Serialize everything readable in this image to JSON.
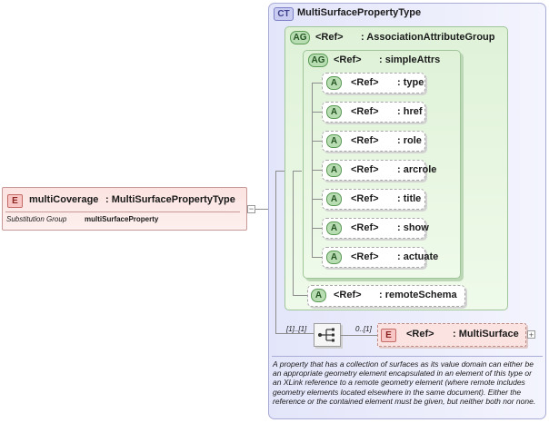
{
  "element": {
    "badge": "E",
    "name": "multiCoverage",
    "type": ": MultiSurfacePropertyType",
    "substitution_label": "Substitution Group",
    "substitution_value": "multiSurfaceProperty"
  },
  "complex_type": {
    "badge": "CT",
    "name": "MultiSurfacePropertyType"
  },
  "association_group": {
    "badge": "AG",
    "ref": "<Ref>",
    "name": ": AssociationAttributeGroup"
  },
  "simple_attrs": {
    "badge": "AG",
    "ref": "<Ref>",
    "name": ": simpleAttrs",
    "attributes": [
      {
        "badge": "A",
        "ref": "<Ref>",
        "name": ": type"
      },
      {
        "badge": "A",
        "ref": "<Ref>",
        "name": ": href"
      },
      {
        "badge": "A",
        "ref": "<Ref>",
        "name": ": role"
      },
      {
        "badge": "A",
        "ref": "<Ref>",
        "name": ": arcrole"
      },
      {
        "badge": "A",
        "ref": "<Ref>",
        "name": ": title"
      },
      {
        "badge": "A",
        "ref": "<Ref>",
        "name": ": show"
      },
      {
        "badge": "A",
        "ref": "<Ref>",
        "name": ": actuate"
      }
    ]
  },
  "remote_schema": {
    "badge": "A",
    "ref": "<Ref>",
    "name": ": remoteSchema"
  },
  "sequence": {
    "cardinality": "[1]..[1]"
  },
  "multi_surface": {
    "badge": "E",
    "ref": "<Ref>",
    "name": ": MultiSurface",
    "cardinality": "0..[1]"
  },
  "description": "A property that has a collection of surfaces as its value domain can either be an appropriate geometry element encapsulated in an element of this type or an XLink reference to a remote geometry element (where remote includes geometry elements located elsewhere in the same document). Either the reference or the contained element must be given, but neither both nor none."
}
